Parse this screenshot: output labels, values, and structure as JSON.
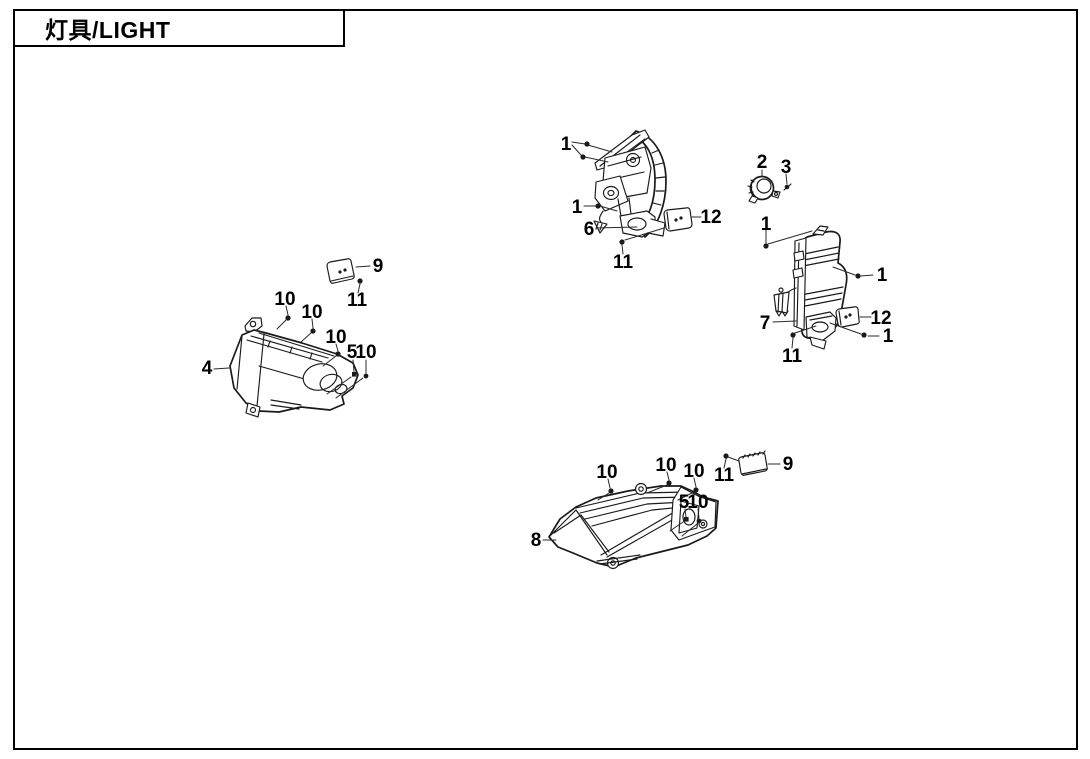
{
  "title": "灯具/LIGHT",
  "colors": {
    "line": "#1a1a1a",
    "background": "#ffffff",
    "label_text": "#000000"
  },
  "callouts": [
    {
      "ref": "1"
    },
    {
      "ref": "1"
    },
    {
      "ref": "6"
    },
    {
      "ref": "11"
    },
    {
      "ref": "12"
    },
    {
      "ref": "2"
    },
    {
      "ref": "3"
    },
    {
      "ref": "1"
    },
    {
      "ref": "1"
    },
    {
      "ref": "7"
    },
    {
      "ref": "12"
    },
    {
      "ref": "1"
    },
    {
      "ref": "11"
    },
    {
      "ref": "9"
    },
    {
      "ref": "11"
    },
    {
      "ref": "10"
    },
    {
      "ref": "10"
    },
    {
      "ref": "10"
    },
    {
      "ref": "5"
    },
    {
      "ref": "10"
    },
    {
      "ref": "4"
    },
    {
      "ref": "10"
    },
    {
      "ref": "10"
    },
    {
      "ref": "10"
    },
    {
      "ref": "5"
    },
    {
      "ref": "10"
    },
    {
      "ref": "11"
    },
    {
      "ref": "9"
    },
    {
      "ref": "8"
    }
  ]
}
